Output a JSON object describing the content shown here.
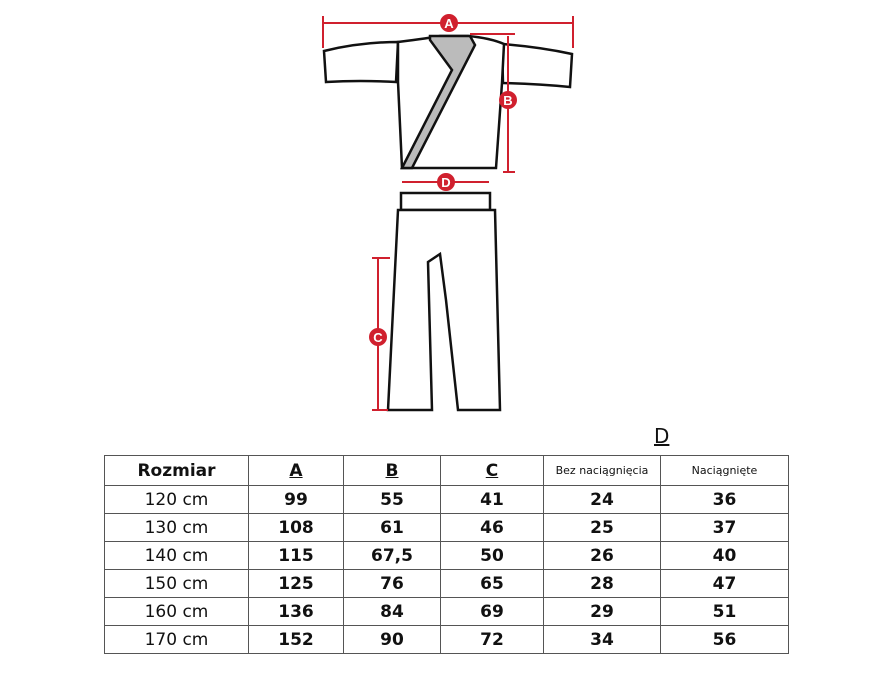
{
  "diagram": {
    "labels": {
      "a": "A",
      "b": "B",
      "c": "C",
      "d": "D"
    },
    "accent": "#d0202e"
  },
  "table": {
    "group_label": "D",
    "headers": [
      "Rozmiar",
      "A",
      "B",
      "C",
      "Bez naciągnięcia",
      "Naciągnięte"
    ],
    "rows": [
      [
        "120 cm",
        "99",
        "55",
        "41",
        "24",
        "36"
      ],
      [
        "130 cm",
        "108",
        "61",
        "46",
        "25",
        "37"
      ],
      [
        "140 cm",
        "115",
        "67,5",
        "50",
        "26",
        "40"
      ],
      [
        "150 cm",
        "125",
        "76",
        "65",
        "28",
        "47"
      ],
      [
        "160 cm",
        "136",
        "84",
        "69",
        "29",
        "51"
      ],
      [
        "170 cm",
        "152",
        "90",
        "72",
        "34",
        "56"
      ]
    ]
  }
}
